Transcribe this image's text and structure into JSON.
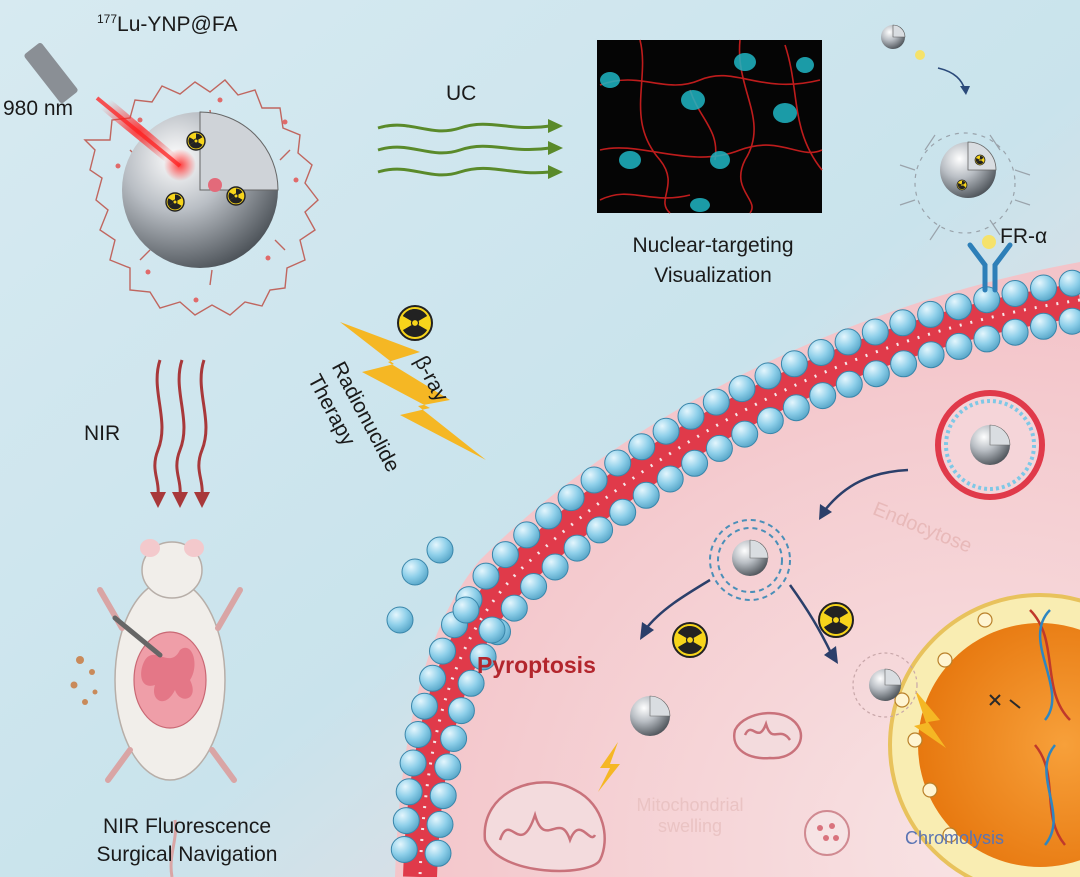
{
  "labels": {
    "probe_isotope": "177",
    "probe_name": "Lu-YNP@FA",
    "laser": "980 nm",
    "uc": "UC",
    "nuclear_line1": "Nuclear-targeting",
    "nuclear_line2": "Visualization",
    "fr_alpha": "FR-α",
    "nir": "NIR",
    "beta_ray": "β-ray",
    "radio_line1": "Radionuclide",
    "radio_line2": "Therapy",
    "endocytose": "Endocytose",
    "pyroptosis": "Pyroptosis",
    "mito_line1": "Mitochondrial",
    "mito_line2": "swelling",
    "chromolysis": "Chromolysis",
    "surgery_line1": "NIR Fluorescence",
    "surgery_line2": "Surgical Navigation"
  },
  "colors": {
    "background_top": "#cfe6ee",
    "membrane_red": "#e03a4a",
    "lipid_head": "#7fc8e6",
    "cytoplasm": "#f6cfd3",
    "nucleus": "#f08a1a",
    "arrow_green": "#5a8a2a",
    "arrow_red": "#a8383a",
    "lightning": "#f5b724"
  }
}
